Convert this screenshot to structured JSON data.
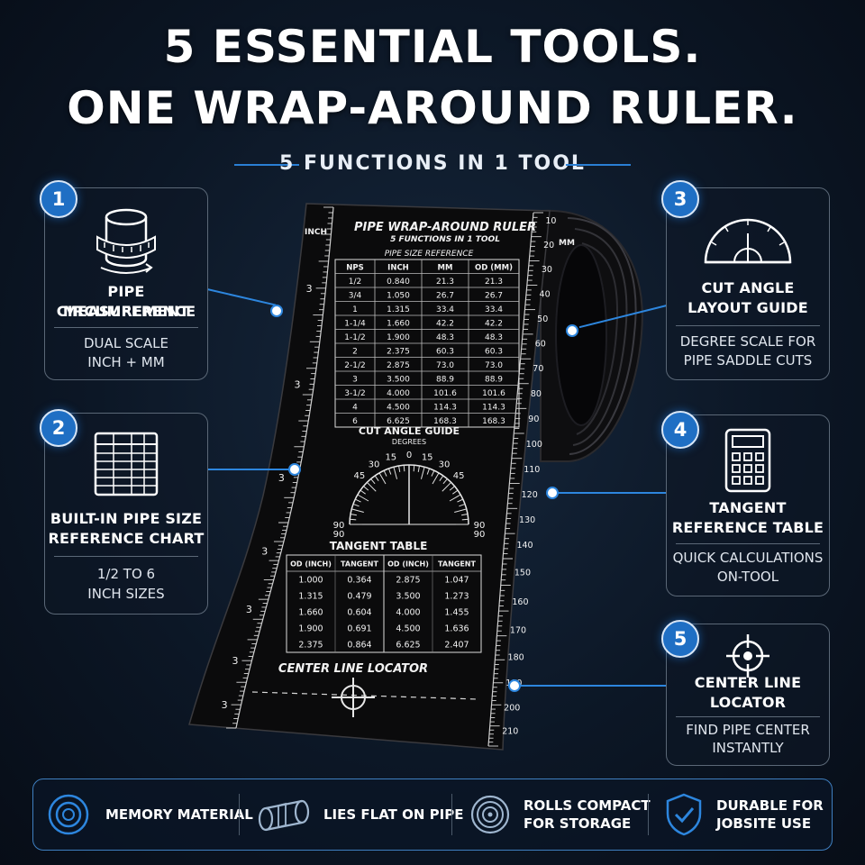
{
  "headline": {
    "line1": "5 ESSENTIAL TOOLS.",
    "line2": "ONE WRAP-AROUND RULER.",
    "subtitle": "5 FUNCTIONS IN 1 TOOL"
  },
  "accent_color": "#1f6fc4",
  "features": [
    {
      "number": "1",
      "icon": "pipe-measure-icon",
      "title_lines": [
        "PIPE CIRCUMFERENCE",
        "MEASUREMENT"
      ],
      "desc_lines": [
        "DUAL SCALE",
        "INCH + MM"
      ]
    },
    {
      "number": "2",
      "icon": "chart-table-icon",
      "title_lines": [
        "BUILT-IN PIPE SIZE",
        "REFERENCE CHART"
      ],
      "desc_lines": [
        "1/2 TO 6",
        "INCH SIZES"
      ]
    },
    {
      "number": "3",
      "icon": "protractor-icon",
      "title_lines": [
        "CUT ANGLE",
        "LAYOUT GUIDE"
      ],
      "desc_lines": [
        "DEGREE SCALE FOR",
        "PIPE SADDLE CUTS"
      ]
    },
    {
      "number": "4",
      "icon": "calculator-icon",
      "title_lines": [
        "TANGENT",
        "REFERENCE TABLE"
      ],
      "desc_lines": [
        "QUICK CALCULATIONS",
        "ON-TOOL"
      ]
    },
    {
      "number": "5",
      "icon": "crosshair-icon",
      "title_lines": [
        "CENTER LINE",
        "LOCATOR"
      ],
      "desc_lines": [
        "FIND PIPE CENTER",
        "INSTANTLY"
      ]
    }
  ],
  "ruler": {
    "title": "PIPE WRAP-AROUND RULER",
    "subtitle": "5 FUNCTIONS IN 1 TOOL",
    "left_unit": "INCH",
    "right_unit": "MM",
    "pipe_ref_title": "PIPE SIZE REFERENCE",
    "pipe_table": {
      "headers": [
        "NPS",
        "INCH",
        "MM",
        "OD (MM)"
      ],
      "rows": [
        [
          "1/2",
          "0.840",
          "21.3",
          "21.3"
        ],
        [
          "3/4",
          "1.050",
          "26.7",
          "26.7"
        ],
        [
          "1",
          "1.315",
          "33.4",
          "33.4"
        ],
        [
          "1-1/4",
          "1.660",
          "42.2",
          "42.2"
        ],
        [
          "1-1/2",
          "1.900",
          "48.3",
          "48.3"
        ],
        [
          "2",
          "2.375",
          "60.3",
          "60.3"
        ],
        [
          "2-1/2",
          "2.875",
          "73.0",
          "73.0"
        ],
        [
          "3",
          "3.500",
          "88.9",
          "88.9"
        ],
        [
          "3-1/2",
          "4.000",
          "101.6",
          "101.6"
        ],
        [
          "4",
          "4.500",
          "114.3",
          "114.3"
        ],
        [
          "6",
          "6.625",
          "168.3",
          "168.3"
        ]
      ]
    },
    "angle_title": "CUT ANGLE GUIDE",
    "angle_subtitle": "DEGREES",
    "angle_labels": [
      "90",
      "45",
      "30",
      "15",
      "0",
      "15",
      "30",
      "45",
      "90"
    ],
    "angle_bottom_labels": [
      "90",
      "90"
    ],
    "tangent_title": "TANGENT TABLE",
    "tangent_table": {
      "headers": [
        "OD (INCH)",
        "TANGENT",
        "OD (INCH)",
        "TANGENT"
      ],
      "rows": [
        [
          "1.000",
          "0.364",
          "2.875",
          "1.047"
        ],
        [
          "1.315",
          "0.479",
          "3.500",
          "1.273"
        ],
        [
          "1.660",
          "0.604",
          "4.000",
          "1.455"
        ],
        [
          "1.900",
          "0.691",
          "4.500",
          "1.636"
        ],
        [
          "2.375",
          "0.864",
          "6.625",
          "2.407"
        ]
      ]
    },
    "center_title": "CENTER LINE LOCATOR",
    "left_inch_numbers": [
      "3",
      "3",
      "3",
      "3",
      "3",
      "3",
      "3"
    ],
    "right_mm_numbers": [
      "10",
      "20",
      "30",
      "40",
      "50",
      "60",
      "70",
      "80",
      "90",
      "100",
      "110",
      "120",
      "130",
      "140",
      "150",
      "160",
      "170",
      "180",
      "190",
      "200",
      "210"
    ]
  },
  "bottom_features": [
    {
      "icon": "memory-coil-icon",
      "lines": [
        "MEMORY MATERIAL"
      ]
    },
    {
      "icon": "pipe-wrap-icon",
      "lines": [
        "LIES FLAT ON PIPE"
      ]
    },
    {
      "icon": "roll-icon",
      "lines": [
        "ROLLS COMPACT",
        "FOR STORAGE"
      ]
    },
    {
      "icon": "shield-check-icon",
      "lines": [
        "DURABLE FOR",
        "JOBSITE USE"
      ]
    }
  ]
}
